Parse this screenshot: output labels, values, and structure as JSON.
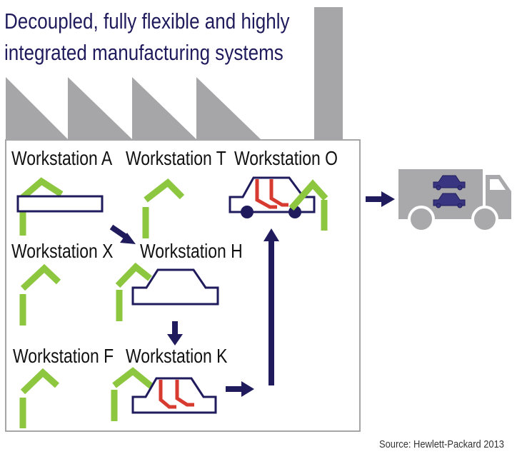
{
  "title": {
    "line1": "Decoupled, fully flexible and highly",
    "line2": "integrated manufacturing systems"
  },
  "workstations": {
    "A": "Workstation A",
    "T": "Workstation T",
    "O": "Workstation O",
    "X": "Workstation X",
    "H": "Workstation H",
    "F": "Workstation F",
    "K": "Workstation K"
  },
  "source": "Source: Hewlett-Packard 2013",
  "colors": {
    "factory_gray": "#a6a6a8",
    "navy": "#1f1b5c",
    "robot_green": "#8dc63f",
    "weld_red": "#d73a2f",
    "truck_gray": "#a9a9ab"
  }
}
